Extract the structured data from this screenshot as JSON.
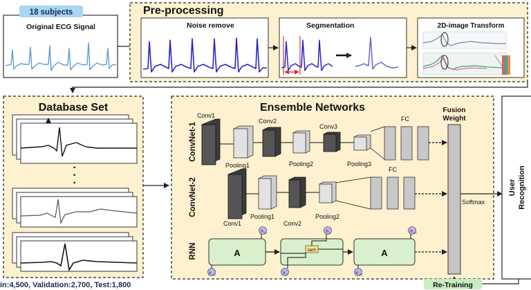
{
  "badge_subjects": "18 subjects",
  "original_signal": {
    "title": "Original ECG Signal"
  },
  "preprocessing": {
    "title": "Pre-processing",
    "noise": "Noise remove",
    "segmentation": "Segmentation",
    "transform": "2D-image Transform"
  },
  "database": {
    "title": "Database Set",
    "dots": "·"
  },
  "ensemble": {
    "title": "Ensemble Networks",
    "convnet1": {
      "name": "ConvNet-1",
      "conv1": "Conv1",
      "conv2": "Conv2",
      "conv3": "Conv3",
      "pool1": "Pooling1",
      "pool2": "Pooling2",
      "pool3": "Pooling3",
      "fc": "FC"
    },
    "convnet2": {
      "name": "ConvNet-2",
      "conv1": "Conv1",
      "conv2": "Conv2",
      "pool1": "Pooling1",
      "pool2": "Pooling2",
      "fc": "FC"
    },
    "rnn": {
      "name": "RNN",
      "cell": "A",
      "tanh": "tanh",
      "h": "h",
      "x": "x",
      "sub_t": "t",
      "sub_tm1": "t-1",
      "sub_tp1": "t+1"
    }
  },
  "fusion": {
    "title_line1": "Fusion",
    "title_line2": "Weight",
    "softmax": "Softmax"
  },
  "user_recognition": {
    "line1": "User",
    "line2": "Recognition"
  },
  "footer": {
    "split": "in:4,500, Validation:2,700, Test:1,800",
    "retraining": "Re-Training"
  },
  "colors": {
    "panel_fill": "#fdf1cf",
    "badge": "#a9d6f0",
    "retrain_badge": "#c9ecc3",
    "signal_light": "#5b9bd5",
    "signal_dark": "#2323c9",
    "segment_red": "#d9342b",
    "rnn_cell": "#d8f0cc",
    "rnn_input": "#aeb8f2",
    "rnn_output": "#c9b2ec"
  }
}
